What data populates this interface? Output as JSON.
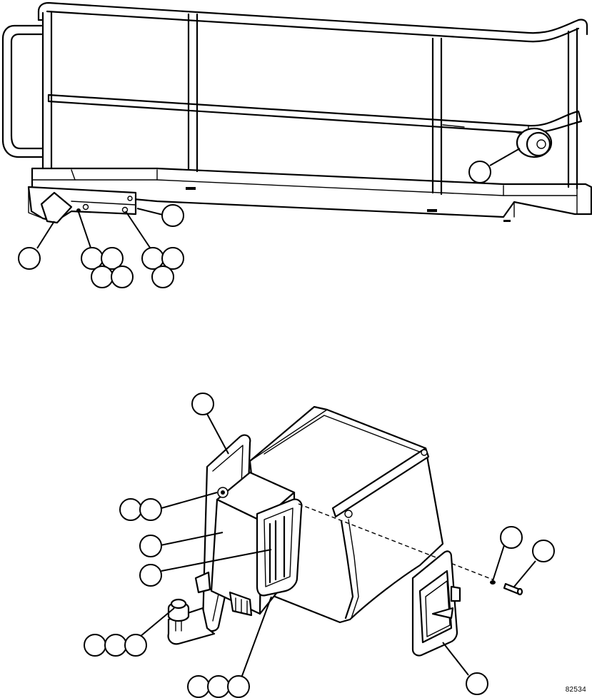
{
  "drawing": {
    "number": "82534",
    "views": [
      {
        "id": "upper-view",
        "subject": "platform-handrail-assembly"
      },
      {
        "id": "lower-view",
        "subject": "light-box-bracket-assembly"
      }
    ],
    "callouts": {
      "upper": [
        {
          "name": "callout-upper-light"
        },
        {
          "name": "callout-upper-bracket"
        },
        {
          "name": "callout-upper-left-1"
        },
        {
          "name": "callout-upper-group-a1"
        },
        {
          "name": "callout-upper-group-a2"
        },
        {
          "name": "callout-upper-group-a3"
        },
        {
          "name": "callout-upper-group-a4"
        },
        {
          "name": "callout-upper-group-b1"
        },
        {
          "name": "callout-upper-group-b2"
        },
        {
          "name": "callout-upper-group-b3"
        }
      ],
      "lower": [
        {
          "name": "callout-lower-plate"
        },
        {
          "name": "callout-lower-nut-1"
        },
        {
          "name": "callout-lower-nut-2"
        },
        {
          "name": "callout-lower-box"
        },
        {
          "name": "callout-lower-lens"
        },
        {
          "name": "callout-lower-washer"
        },
        {
          "name": "callout-lower-screw"
        },
        {
          "name": "callout-lower-bolt-1"
        },
        {
          "name": "callout-lower-bolt-2"
        },
        {
          "name": "callout-lower-bolt-3"
        },
        {
          "name": "callout-lower-bezel-1"
        },
        {
          "name": "callout-lower-bezel-2"
        },
        {
          "name": "callout-lower-bezel-3"
        },
        {
          "name": "callout-lower-lamp"
        }
      ]
    }
  }
}
